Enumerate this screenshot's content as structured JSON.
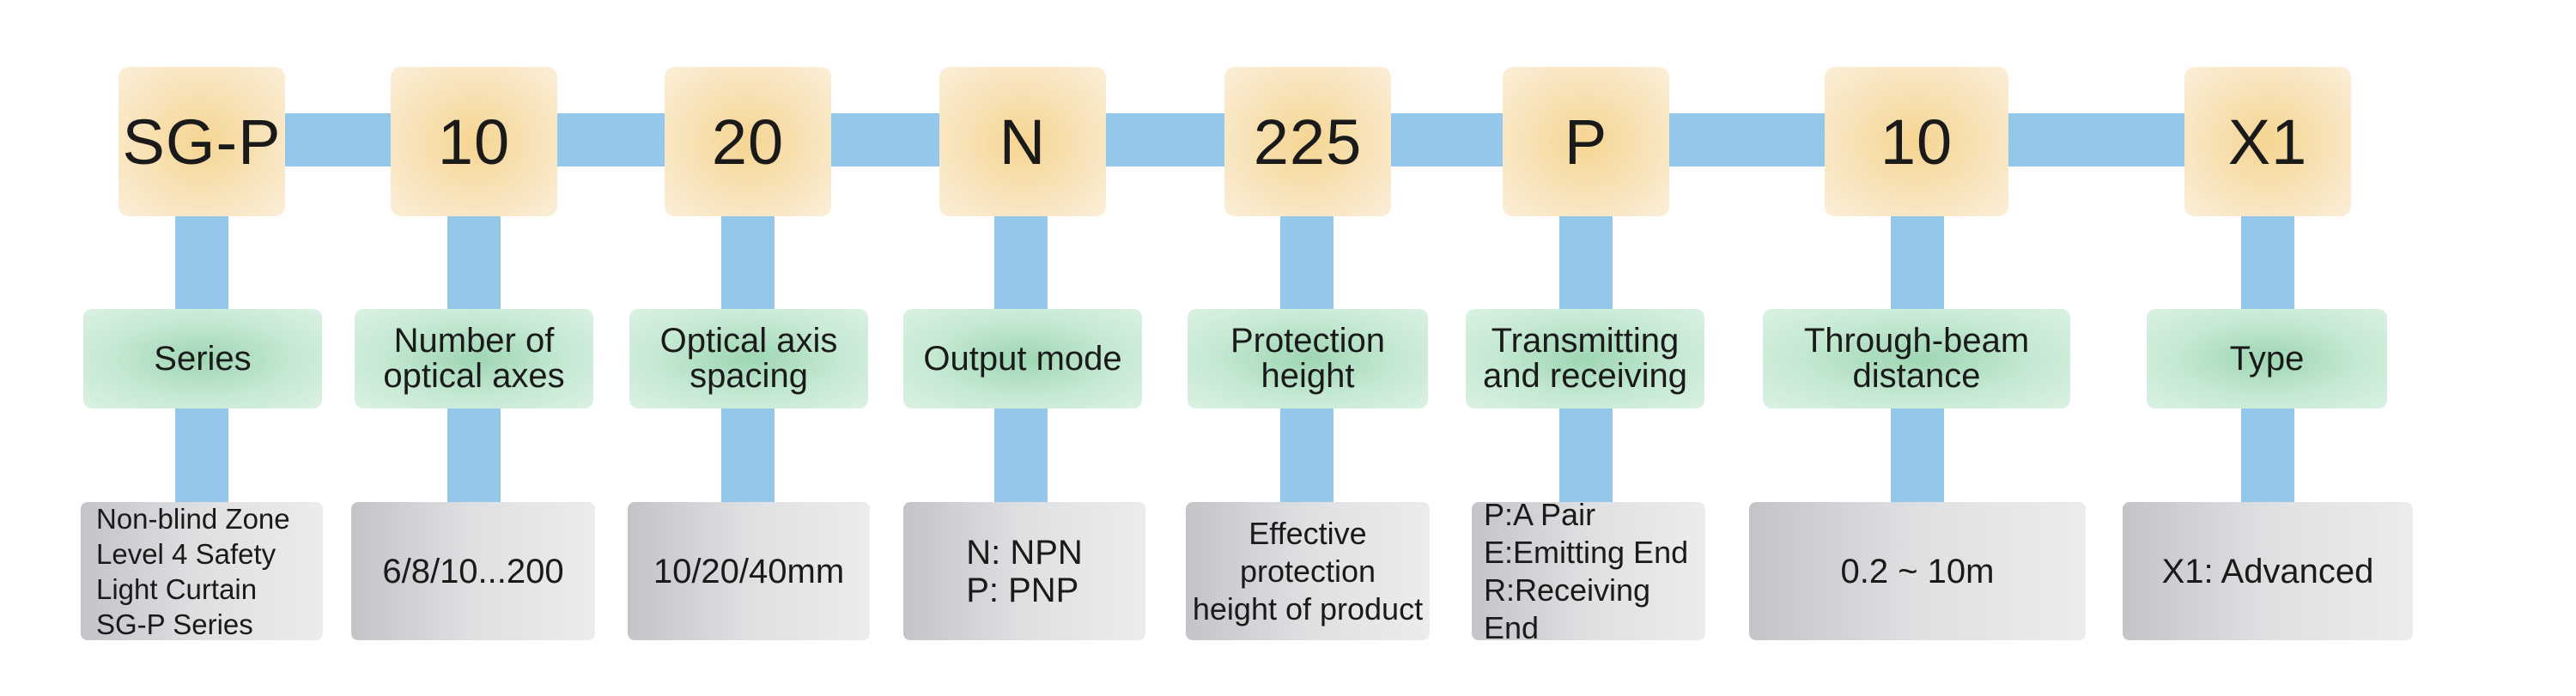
{
  "segments": [
    {
      "code": "SG-P",
      "label": "Series",
      "desc": "Non-blind Zone\nLevel 4 Safety\n Light Curtain\nSG-P Series"
    },
    {
      "code": "10",
      "label": "Number of\noptical axes",
      "desc": "6/8/10...200"
    },
    {
      "code": "20",
      "label": "Optical axis\nspacing",
      "desc": "10/20/40mm"
    },
    {
      "code": "N",
      "label": "Output mode",
      "desc": "N:   NPN\nP:   PNP"
    },
    {
      "code": "225",
      "label": "Protection\nheight",
      "desc": "Effective\nprotection\nheight of product"
    },
    {
      "code": "P",
      "label": "Transmitting\nand receiving",
      "desc": "P:A Pair\nE:Emitting End\nR:Receiving End"
    },
    {
      "code": "10",
      "label": "Through-beam\ndistance",
      "desc": "0.2 ~ 10m"
    },
    {
      "code": "X1",
      "label": "Type",
      "desc": "X1:   Advanced"
    }
  ]
}
